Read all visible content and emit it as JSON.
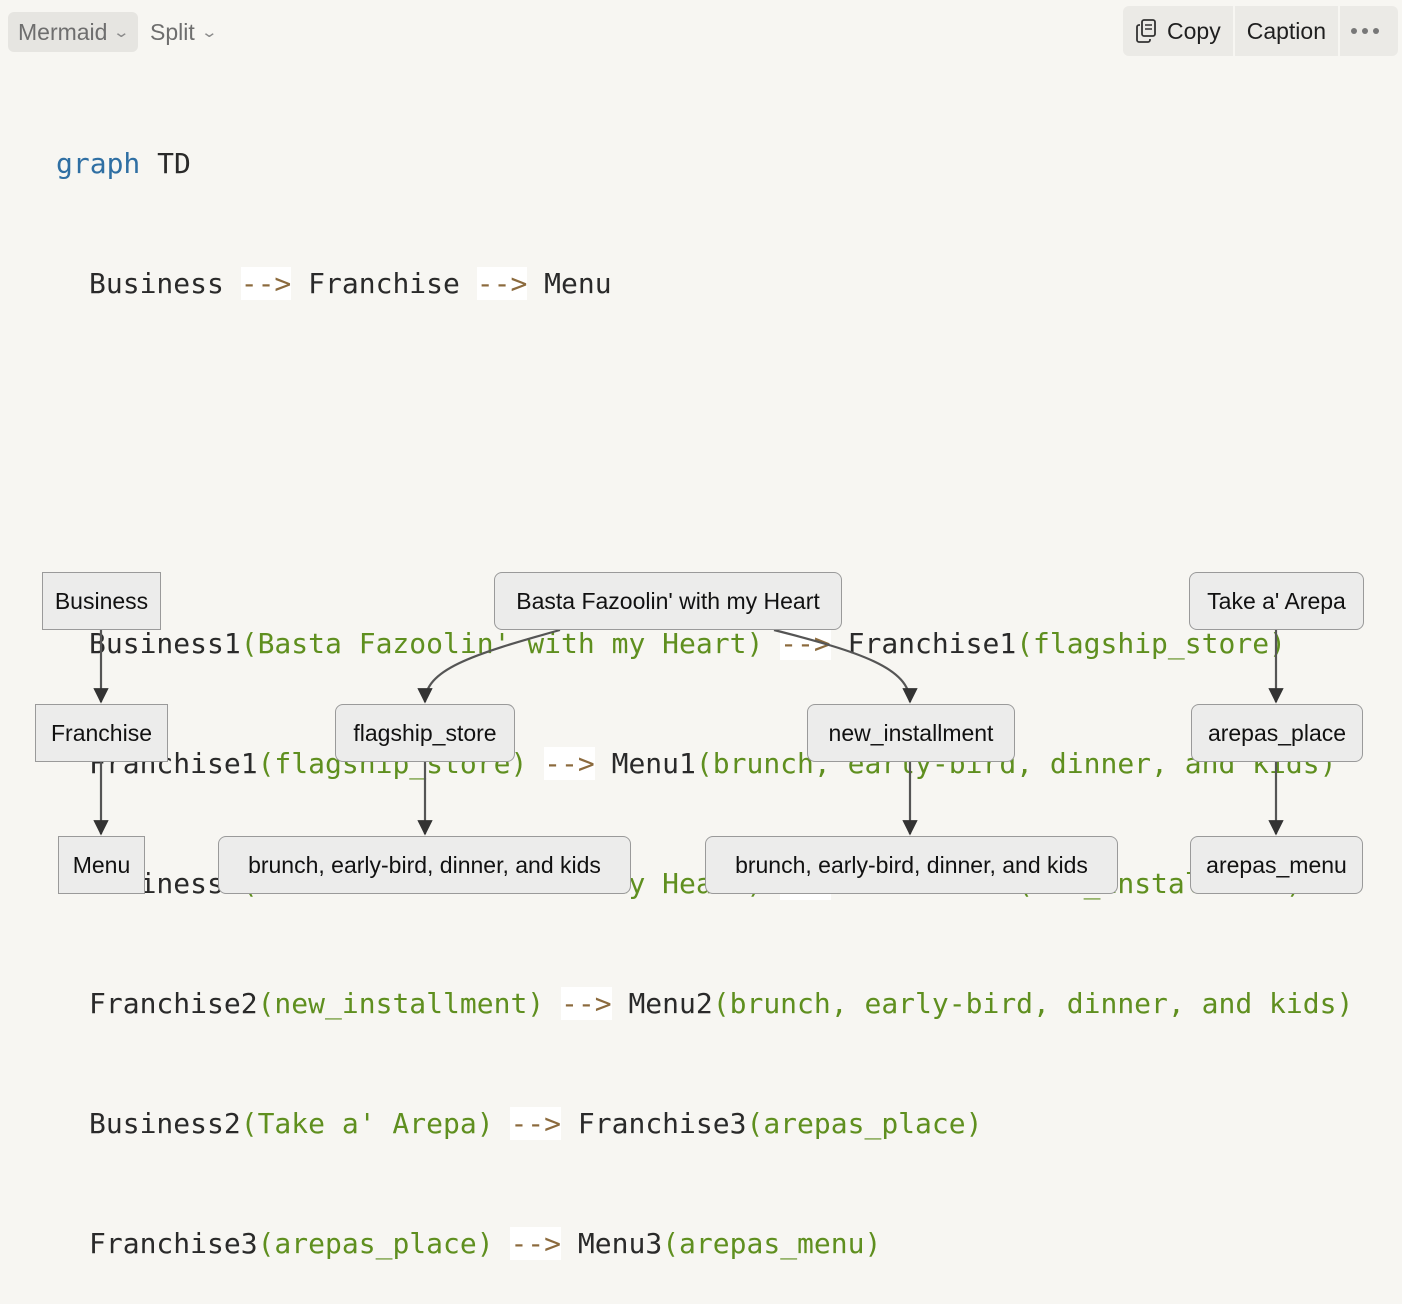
{
  "toolbar": {
    "language": "Mermaid",
    "view_mode": "Split",
    "copy_label": "Copy",
    "caption_label": "Caption"
  },
  "code": {
    "keyword": "graph",
    "direction": "TD",
    "line2": {
      "a": "Business",
      "arrow1": "-->",
      "b": "Franchise",
      "arrow2": "-->",
      "c": "Menu"
    },
    "lines": [
      {
        "id1": "Business1",
        "lbl1": "(Basta Fazoolin' with my Heart)",
        "arrow": "-->",
        "id2": "Franchise1",
        "lbl2": "(flagship_store)"
      },
      {
        "id1": "Franchise1",
        "lbl1": "(flagship_store)",
        "arrow": "-->",
        "id2": "Menu1",
        "lbl2": "(brunch, early-bird, dinner, and kids)"
      },
      {
        "id1": "Business1",
        "lbl1": "(Basta Fazoolin' with my Heart)",
        "arrow": "-->",
        "id2": "Franchise2",
        "lbl2": "(new_installment)"
      },
      {
        "id1": "Franchise2",
        "lbl1": "(new_installment)",
        "arrow": "-->",
        "id2": "Menu2",
        "lbl2": "(brunch, early-bird, dinner, and kids)"
      },
      {
        "id1": "Business2",
        "lbl1": "(Take a' Arepa)",
        "arrow": "-->",
        "id2": "Franchise3",
        "lbl2": "(arepas_place)"
      },
      {
        "id1": "Franchise3",
        "lbl1": "(arepas_place)",
        "arrow": "-->",
        "id2": "Menu3",
        "lbl2": "(arepas_menu)"
      }
    ]
  },
  "diagram": {
    "nodes": {
      "business": "Business",
      "franchise": "Franchise",
      "menu": "Menu",
      "basta": "Basta Fazoolin' with my Heart",
      "flagship": "flagship_store",
      "new_inst": "new_installment",
      "menu1": "brunch, early-bird, dinner, and kids",
      "menu2": "brunch, early-bird, dinner, and kids",
      "arepa": "Take a' Arepa",
      "arepas_place": "arepas_place",
      "arepas_menu": "arepas_menu"
    }
  }
}
